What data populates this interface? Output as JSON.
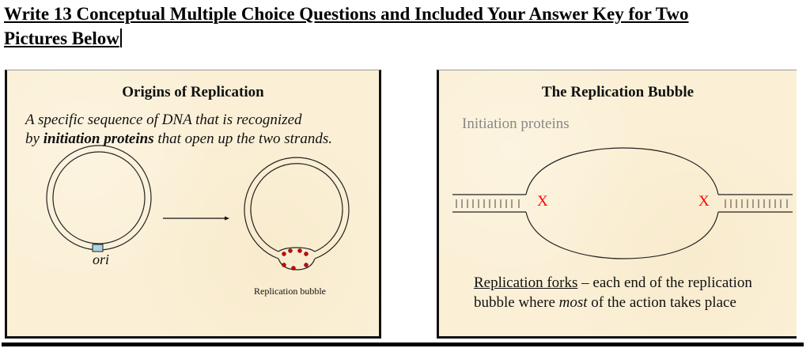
{
  "heading": {
    "line1": "Write 13 Conceptual Multiple Choice Questions and Included Your Answer Key for Two",
    "line2": "Pictures Below"
  },
  "slides": [
    {
      "title": "Origins of Replication",
      "description_part1": "A specific sequence of DNA that is recognized",
      "description_part2_prefix": "by ",
      "description_bold": "initiation proteins",
      "description_part2_suffix": " that open up the two strands.",
      "ori_label": "ori",
      "bubble_label": "Replication bubble",
      "colors": {
        "ori_box": "#a9d6e0",
        "protein_dots": "#cc0000",
        "background": "#fbf0d6"
      }
    },
    {
      "title": "The Replication Bubble",
      "initiation_label": "Initiation proteins",
      "fork_marker": "X",
      "forks_term": "Replication forks",
      "forks_def_part1": " – each end of the replication",
      "forks_def_part2_prefix": "bubble where ",
      "forks_def_italic": "most",
      "forks_def_part2_suffix": " of the action takes place",
      "colors": {
        "fork_marker": "#ff0000",
        "initiation_label": "#888888"
      }
    }
  ]
}
